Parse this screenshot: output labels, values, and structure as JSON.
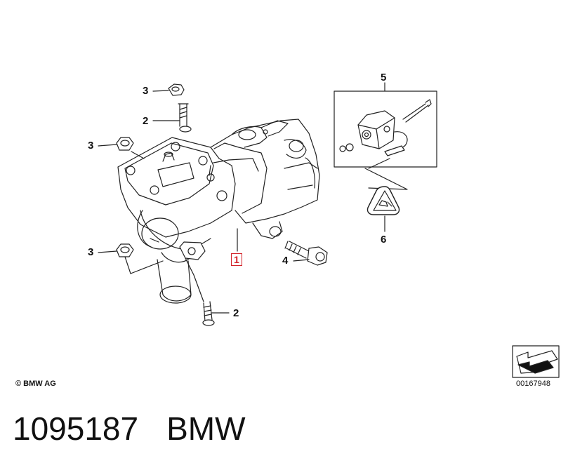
{
  "callouts": {
    "c1": "1",
    "c2a": "2",
    "c2b": "2",
    "c3a": "3",
    "c3b": "3",
    "c3c": "3",
    "c4": "4",
    "c5": "5",
    "c6": "6"
  },
  "copyright": "© BMW AG",
  "drawing_number": "00167948",
  "footer": {
    "part_number": "1095187",
    "brand": "BMW"
  },
  "colors": {
    "line": "#222222",
    "highlight": "#d2232a",
    "background": "#ffffff"
  }
}
